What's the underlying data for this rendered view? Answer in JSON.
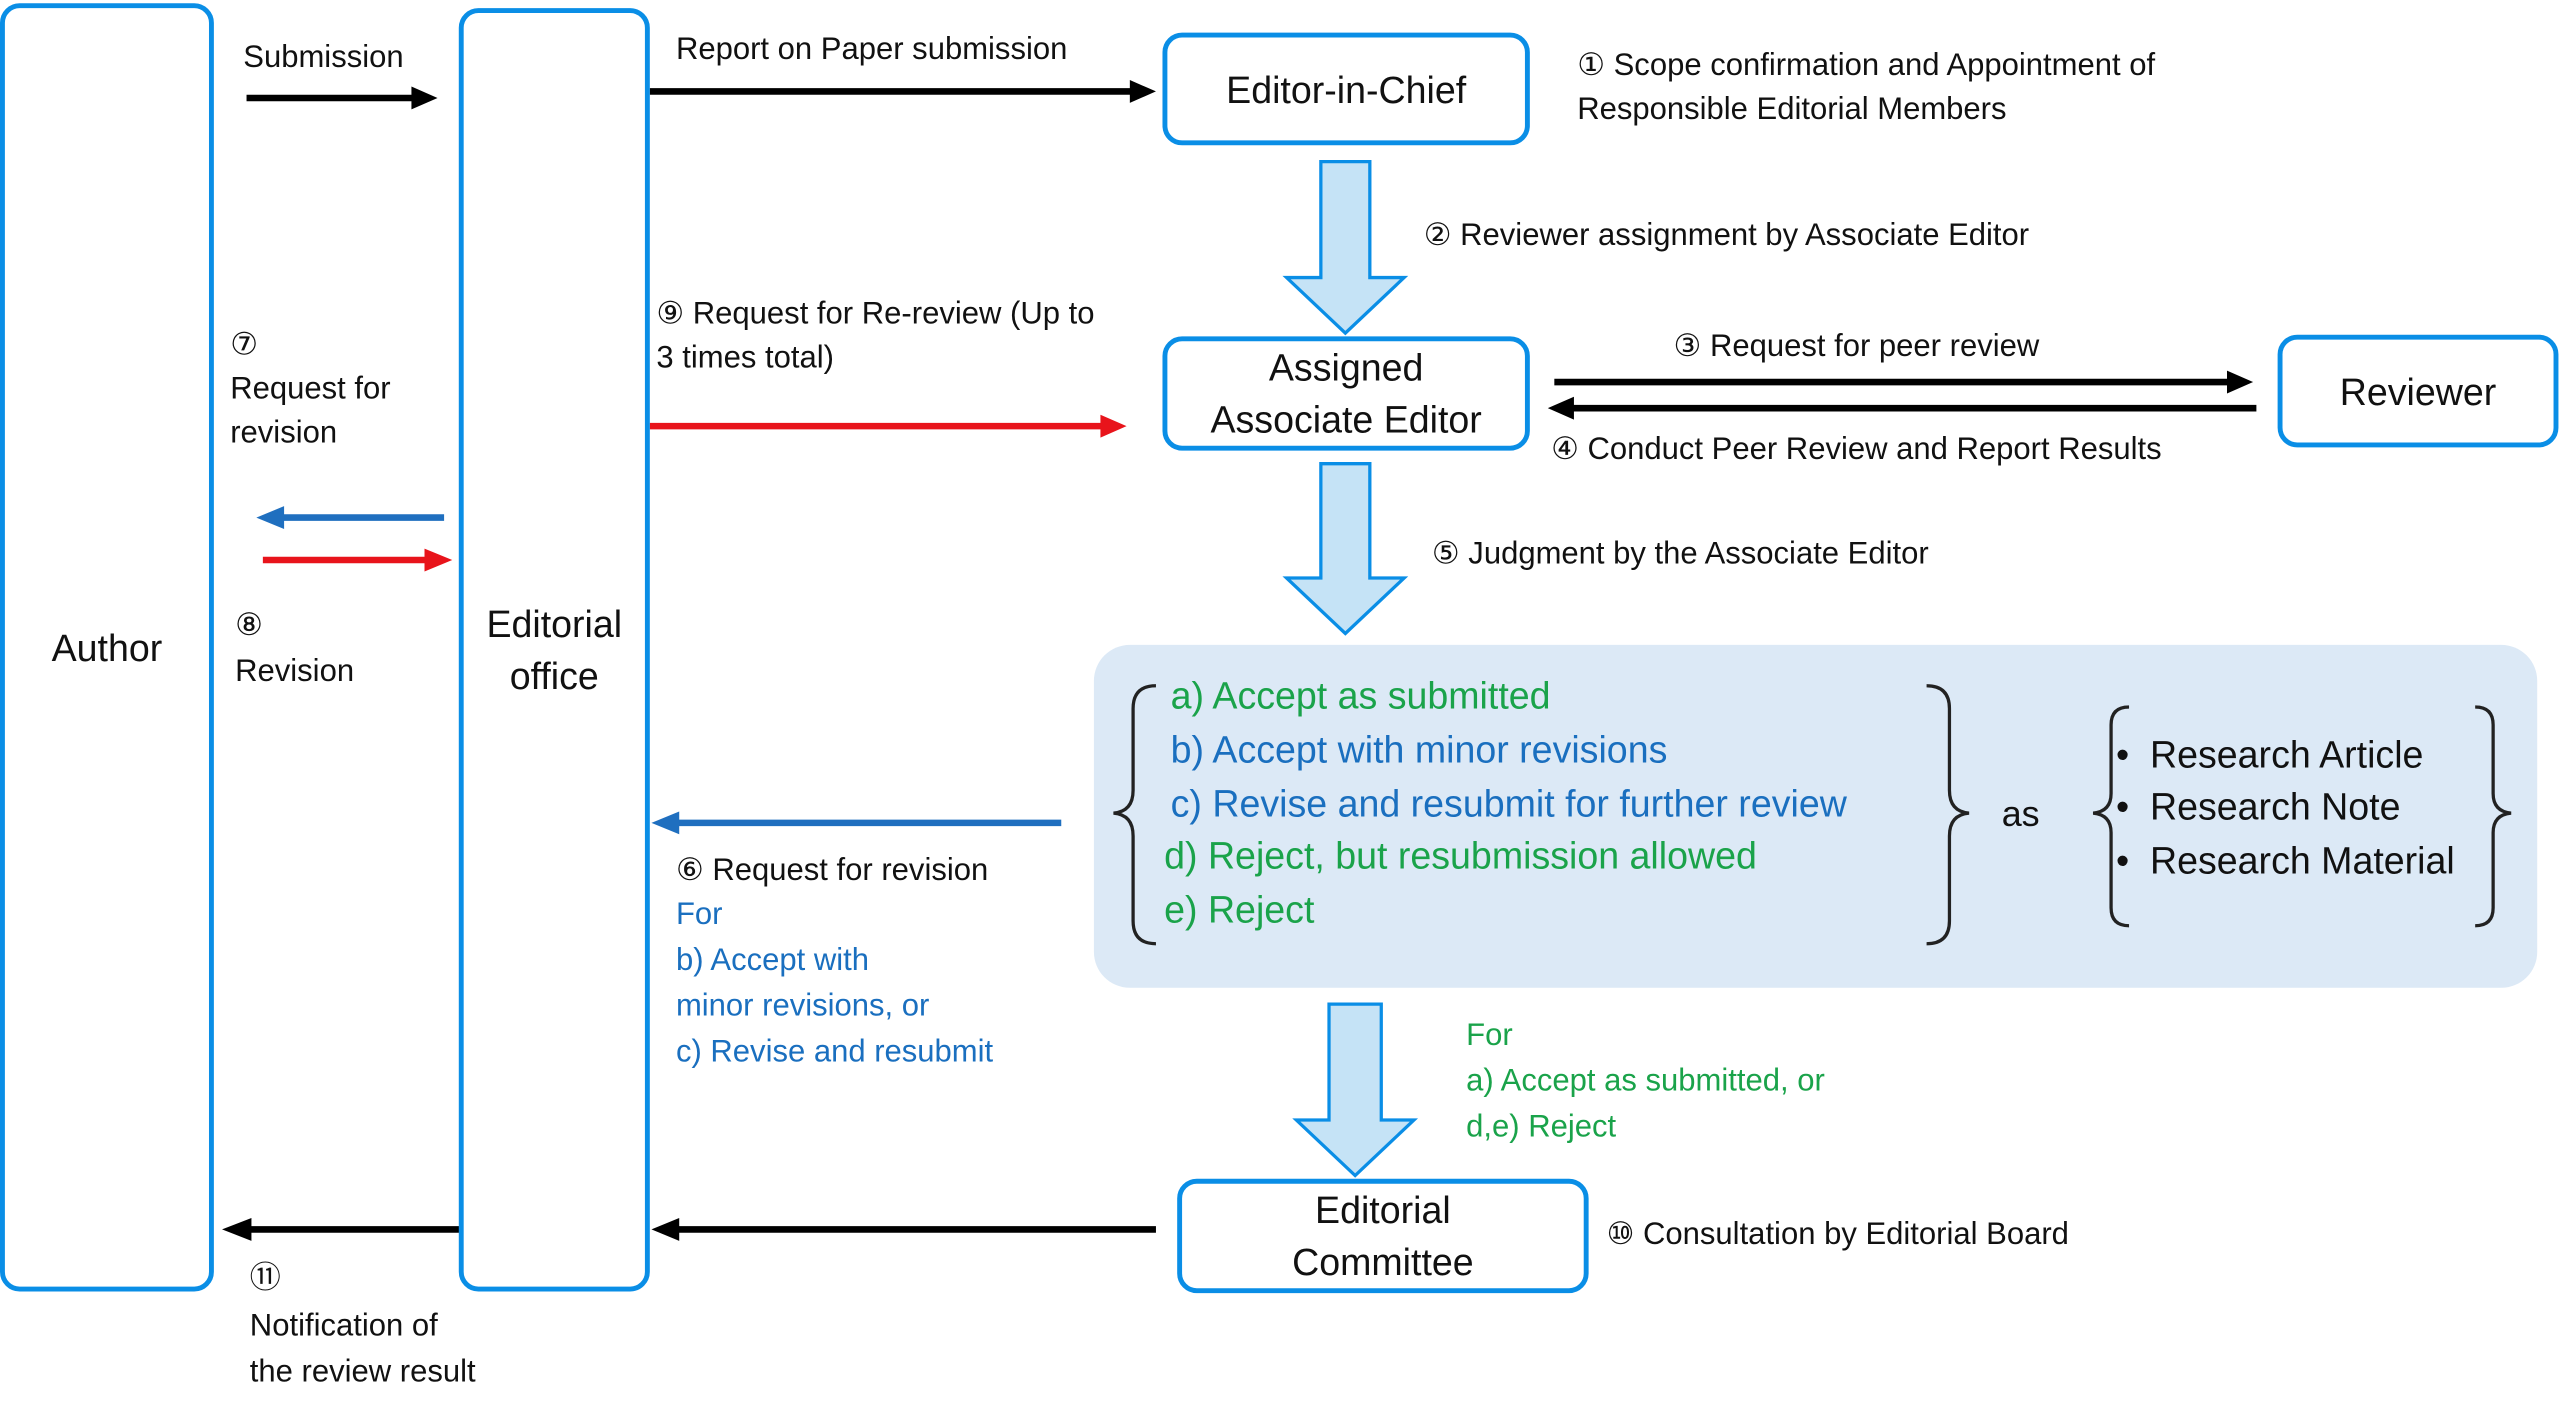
{
  "boxes": {
    "author": "Author",
    "office": "Editorial\noffice",
    "eic": "Editor-in-Chief",
    "assoc": "Assigned\nAssociate Editor",
    "reviewer": "Reviewer",
    "committee": "Editorial\nCommittee"
  },
  "labels": {
    "submission": "Submission",
    "report": "Report on Paper submission",
    "step1": "① Scope confirmation and Appointment of\n     Responsible Editorial Members",
    "step2": "② Reviewer assignment by Associate Editor",
    "step3": "③ Request for peer review",
    "step4": "④ Conduct Peer Review and Report Results",
    "step5": "⑤ Judgment by the Associate Editor",
    "step6": "⑥ Request for revision",
    "step6_for": "For\nb) Accept with\n    minor  revisions,  or\nc) Revise and resubmit",
    "step7_num": "⑦",
    "step7": "Request for\n      revision",
    "step8_num": "⑧",
    "step8": "Revision",
    "step9": "⑨ Request for Re-review (Up to\n     3 times total)",
    "step10": "⑩  Consultation by Editorial Board",
    "step11_num": "⑪",
    "step11": "Notification of\nthe review result",
    "committee_for": "For\na) Accept as submitted,  or\nd,e) Reject",
    "as": "as"
  },
  "judgments": [
    {
      "text": "a) Accept as submitted",
      "color": "#1aa34a"
    },
    {
      "text": "b) Accept with minor revisions",
      "color": "#1a6fbf"
    },
    {
      "text": "c) Revise and resubmit for further review",
      "color": "#1a6fbf"
    },
    {
      "text": "d) Reject, but resubmission allowed",
      "color": "#1aa34a"
    },
    {
      "text": "e) Reject",
      "color": "#1aa34a"
    }
  ],
  "paper_types": [
    "Research Article",
    "Research Note",
    "Research Material"
  ],
  "colors": {
    "box_border": "#0a8ee6",
    "panel_bg": "#dce9f6",
    "block_arrow_fill": "#c5e3f6",
    "black_arrow": "#000000",
    "red_arrow": "#e8141b",
    "blue_arrow": "#1f6fbf",
    "green_text": "#1aa34a",
    "blue_text": "#1a6fbf"
  }
}
